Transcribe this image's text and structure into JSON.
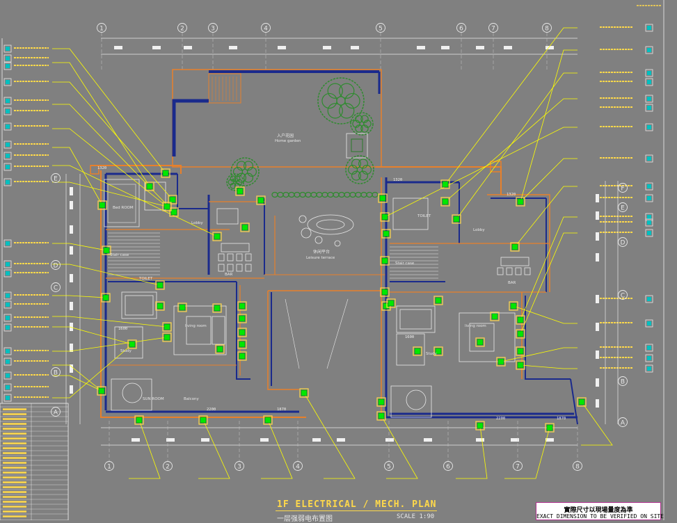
{
  "title": {
    "main": "1F ELECTRICAL / MECH. PLAN",
    "sub": "一层强弱电布置图",
    "scale": "SCALE 1:90"
  },
  "note": {
    "cn": "實際尺寸以現場量度為準",
    "en": "EXACT DIMENSION TO BE VERIFIED ON SITE"
  },
  "grid_top": [
    "1",
    "2",
    "3",
    "4",
    "5",
    "6",
    "7",
    "8"
  ],
  "grid_bottom": [
    "1",
    "2",
    "3",
    "4",
    "5",
    "6",
    "7",
    "8"
  ],
  "grid_left": [
    "E",
    "D",
    "C",
    "B",
    "A"
  ],
  "grid_right": [
    "F",
    "E",
    "D",
    "C",
    "B",
    "A"
  ],
  "rooms": {
    "home_garden_cn": "入户花园",
    "home_garden": "Home garden",
    "leisure_terrace_cn": "休闲平台",
    "leisure_terrace": "Leisure terrace",
    "bedroom": "Bed ROOM",
    "stair_case": "Stair case",
    "toilet": "TOILET",
    "lobby": "Lobby",
    "bar": "BAR",
    "living_room": "living room",
    "study": "Study",
    "sun_room": "SUN ROOM",
    "balcony": "Balcony"
  },
  "dimensions": [
    "1320",
    "1320",
    "1320",
    "1600",
    "1600",
    "2200",
    "1870",
    "2200",
    "1870"
  ],
  "colors": {
    "background": "#808080",
    "wall": "#1a2a8c",
    "orange": "#e8802a",
    "yellow": "#ffff00",
    "green": "#00ff00",
    "gold": "#d9b300"
  }
}
